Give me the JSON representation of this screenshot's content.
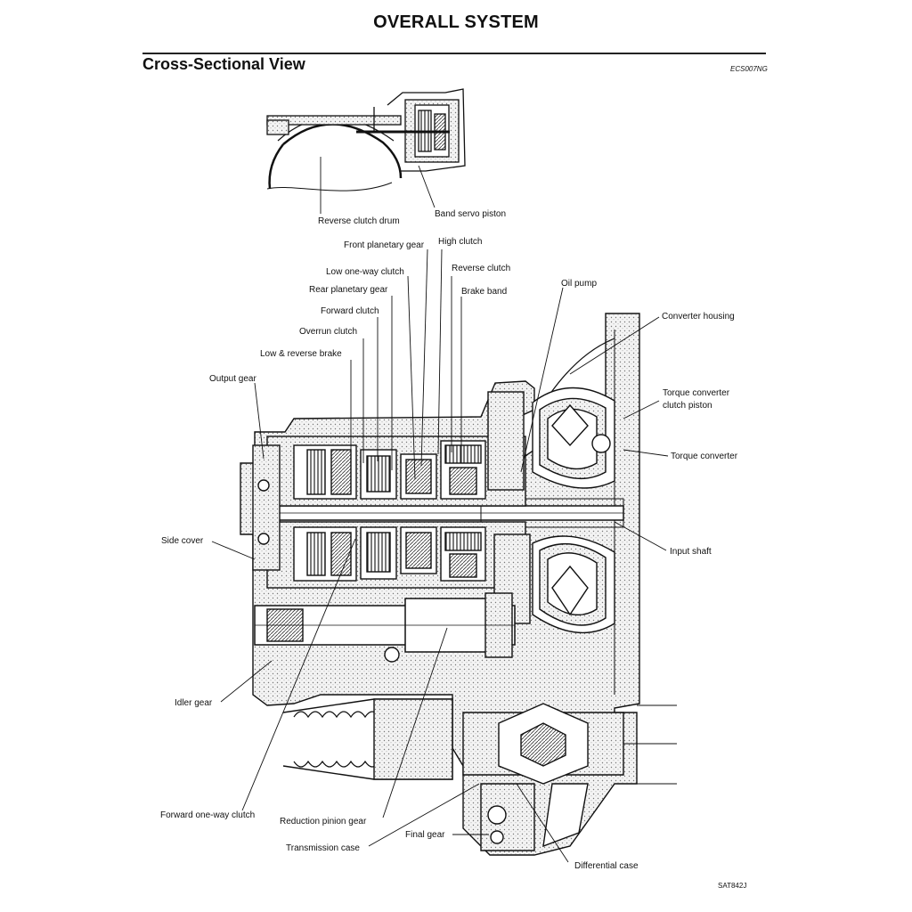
{
  "header": {
    "title": "OVERALL SYSTEM",
    "section": "Cross-Sectional View",
    "doc_code": "ECS007NG"
  },
  "figure": {
    "code": "SAT842J",
    "labels": {
      "reverse_clutch_drum": "Reverse clutch drum",
      "band_servo_piston": "Band servo piston",
      "front_planetary_gear": "Front planetary gear",
      "high_clutch": "High clutch",
      "low_one_way_clutch": "Low one-way clutch",
      "reverse_clutch": "Reverse clutch",
      "rear_planetary_gear": "Rear planetary gear",
      "brake_band": "Brake band",
      "oil_pump": "Oil pump",
      "forward_clutch": "Forward clutch",
      "overrun_clutch": "Overrun clutch",
      "converter_housing": "Converter housing",
      "low_reverse_brake": "Low & reverse brake",
      "output_gear": "Output gear",
      "torque_converter_clutch_piston_1": "Torque converter",
      "torque_converter_clutch_piston_2": "clutch piston",
      "torque_converter": "Torque converter",
      "input_shaft": "Input shaft",
      "side_cover": "Side cover",
      "idler_gear": "Idler gear",
      "forward_one_way_clutch": "Forward one-way clutch",
      "reduction_pinion_gear": "Reduction pinion gear",
      "transmission_case": "Transmission case",
      "final_gear": "Final gear",
      "differential_case": "Differential case"
    }
  }
}
